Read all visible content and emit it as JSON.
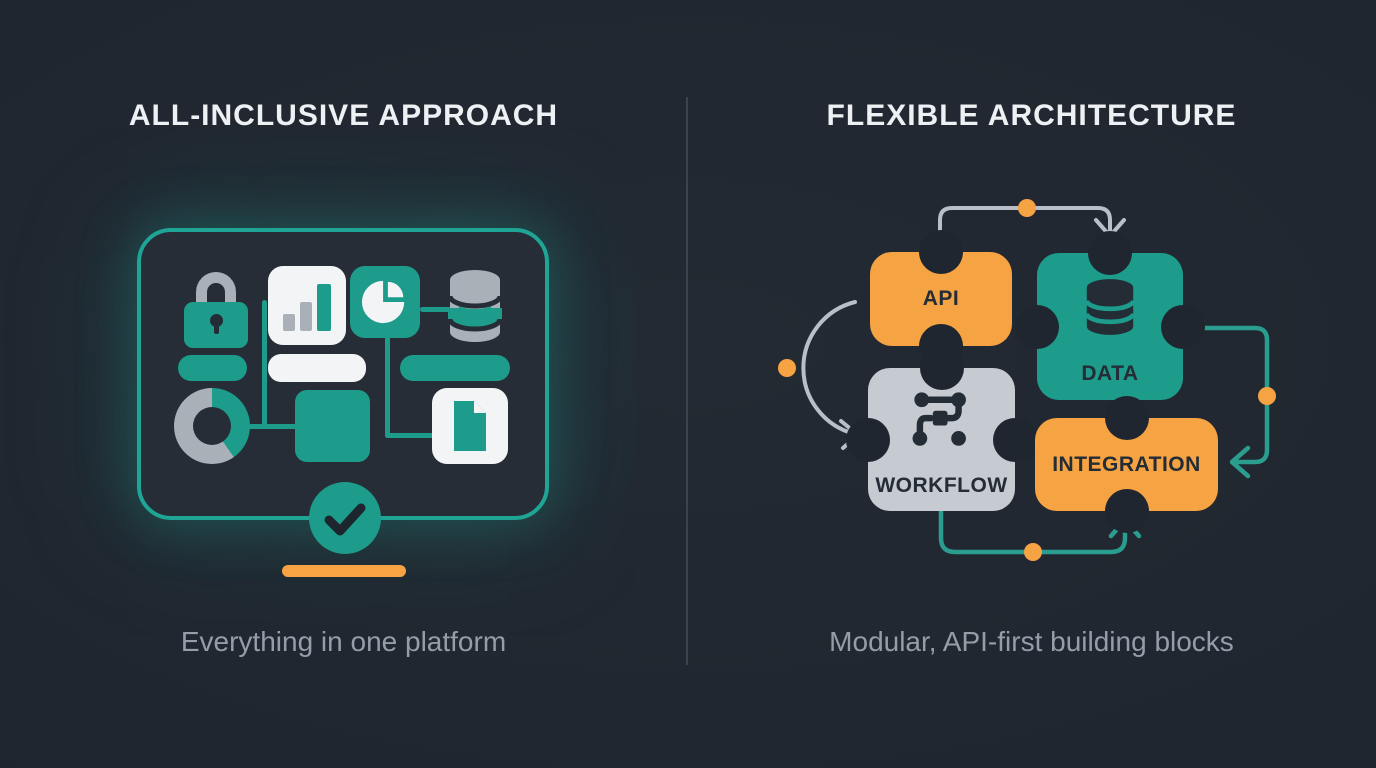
{
  "left_section": {
    "title": "ALL-INCLUSIVE APPROACH",
    "caption": "Everything in one platform",
    "platform_icons": [
      "lock-icon",
      "bar-chart-icon",
      "pie-chart-icon",
      "database-icon",
      "donut-chart-icon",
      "module-square",
      "document-icon",
      "check-icon"
    ],
    "accent_underline_color": "#f6a443"
  },
  "right_section": {
    "title": "FLEXIBLE ARCHITECTURE",
    "caption": "Modular, API-first building blocks",
    "blocks": [
      {
        "label": "API",
        "color": "#f6a443"
      },
      {
        "label": "DATA",
        "color": "#1d9c8c",
        "icon": "database-icon"
      },
      {
        "label": "WORKFLOW",
        "color": "#c6cbd1",
        "icon": "workflow-icon"
      },
      {
        "label": "INTEGRATION",
        "color": "#f6a443"
      }
    ],
    "connector_dot_color": "#f6a443"
  },
  "colors": {
    "background": "#20262f",
    "panel": "#262d37",
    "teal": "#1d9c8c",
    "orange": "#f6a443",
    "gray_block": "#c6cbd1",
    "title_text": "#eef1f4",
    "caption_text": "#949ea8",
    "divider": "#3c434d"
  }
}
